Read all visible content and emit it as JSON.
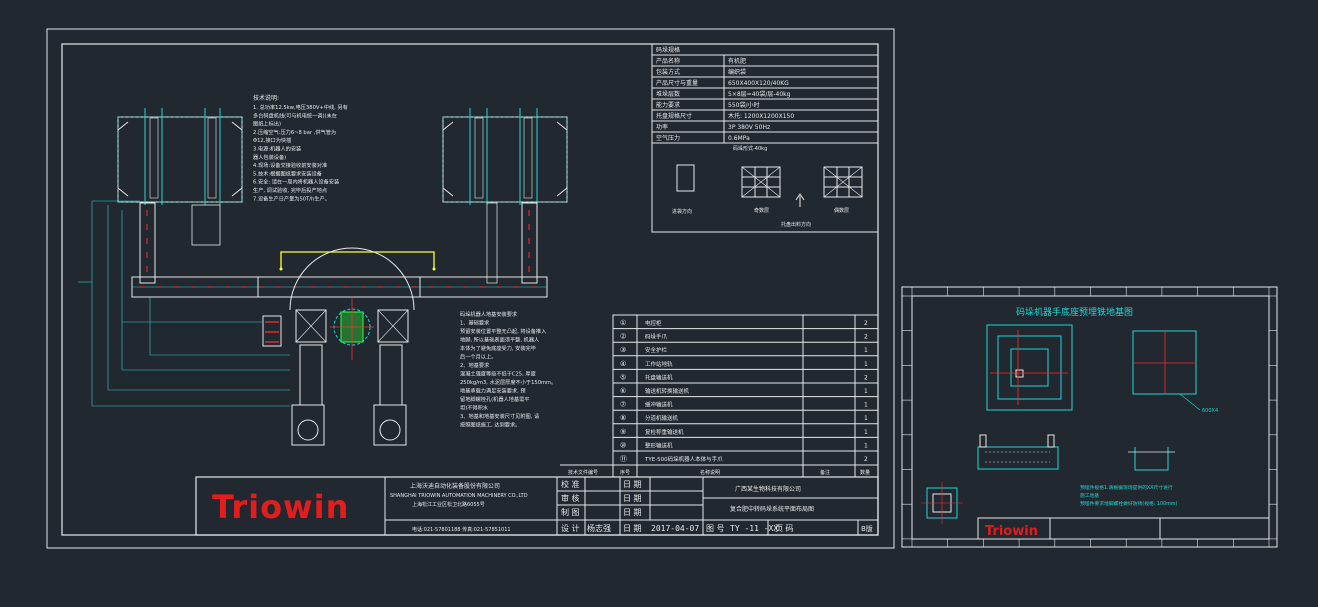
{
  "colors": {
    "background": "#212830",
    "line": "#e8e8e8",
    "cyan": "#1fd6d6",
    "red": "#ff2a2a",
    "yellow": "#ffff33",
    "green": "#33ff33",
    "brand": "#e21d1d"
  },
  "main_sheet": {
    "notes_title": "技术说明:",
    "notes": [
      "1. 总功率12.5kw,电压380V+中线, 另有",
      "多台码盘机线(可与机电统一调)(未在",
      "图纸上标出)",
      "2.压缩空气:压力6~8 bar ,供气管为",
      "Φ12,接口为快插",
      "3.电源:机器人的安装",
      "器人包装设备)",
      "4.现场:设备交接验收前安装对准",
      "5.技术:根据图纸要求安装设备",
      "6.安全: 请在一周内将机器人设备安装",
      "生产, 调试验收, 完毕后投产地点",
      "7.设备生产日产量为50T/h生产。"
    ],
    "spec_table": {
      "header": "码垛规格",
      "rows": [
        [
          "产品名称",
          "有机肥"
        ],
        [
          "包装方式",
          "编织袋"
        ],
        [
          "产品尺寸与重量",
          "650X400X120/40KG"
        ],
        [
          "堆垛层数",
          "5×8层=40袋/层-40kg"
        ],
        [
          "能力要求",
          "550袋/小时"
        ],
        [
          "托盘规格尺寸",
          "木托: 1200X1200X150"
        ],
        [
          "功率",
          "3P 380V 50Hz"
        ],
        [
          "空气压力",
          "0.6MPa"
        ]
      ],
      "pallet_pattern_label": "码垛形式-40kg",
      "input_direction_label": "进袋方向",
      "odd_layer_label": "奇数层",
      "even_layer_label": "偶数层",
      "pallet_exit_label": "托盘出料方向"
    },
    "robot_notes": [
      "码垛机器人地基安装要求",
      "1、基础要求",
      "预留安装位置平整无凸起, 将设备推入",
      "地脚, 所以基础表面须平整, 机器人",
      "本体为了避免底座受力, 安装完毕",
      "后一个月以上。",
      "2、地基要求",
      "混凝土强度等级不低于C25, 厚度",
      "250kg/m3, 水泥层厚度不小于150mm。",
      "地基承载力满足安装要求, 预",
      "留地脚螺栓孔(机器人地基需平",
      "坦)不得积水",
      "3、地基和地基安装尺寸见附图, 请",
      "按照图纸施工, 达到要求。"
    ],
    "parts": [
      {
        "no": "①",
        "name": "电控柜",
        "qty": "2"
      },
      {
        "no": "②",
        "name": "码垛手爪",
        "qty": "2"
      },
      {
        "no": "③",
        "name": "安全护栏",
        "qty": "1"
      },
      {
        "no": "④",
        "name": "工作站地轨",
        "qty": "1"
      },
      {
        "no": "⑤",
        "name": "托盘输送机",
        "qty": "2"
      },
      {
        "no": "⑥",
        "name": "输送机转换输送机",
        "qty": "1"
      },
      {
        "no": "⑦",
        "name": "缓冲输送机",
        "qty": "1"
      },
      {
        "no": "⑧",
        "name": "分道机输送机",
        "qty": "1"
      },
      {
        "no": "⑨",
        "name": "复检称重输送机",
        "qty": "1"
      },
      {
        "no": "⑩",
        "name": "整形输送机",
        "qty": "1"
      },
      {
        "no": "⑪",
        "name": "TYE-500码垛机器人本体与手爪",
        "qty": "2"
      }
    ],
    "parts_header": {
      "code": "技术文件编号",
      "no": "序号",
      "name": "名称说明",
      "remark": "备注",
      "qty": "数量"
    },
    "title_block": {
      "brand": "Triowin",
      "company_cn": "上海沃迪自动化装备股份有限公司",
      "company_en": "SHANGHAI TRIOWIN AUTOMATION MACHINERY CO.,LTD",
      "address": "上海松江工业区松卫北路6055号",
      "phone": "电话:021-57801188 传真:021-57851011",
      "rows": [
        "校 准",
        "审 核",
        "制 图",
        "设 计"
      ],
      "designer": "杨志强",
      "date_label": "日 期",
      "date": "2017-04-07",
      "drawing_no_label": "图 号",
      "drawing_no": "TY -11 -XX",
      "page_label": "页 码",
      "client": "广西某生物科技有限公司",
      "drawing_title": "复合肥中转码垛系统平面布局图",
      "rev": "B版"
    }
  },
  "second_sheet": {
    "title": "码垛机器手底座预埋铁地基图",
    "notes": [
      "预埋件规格1.请根据现场提供的XX尺寸进行",
      "施工地基",
      "预埋件要求地脚螺栓做好防锈(规格: 100mm)"
    ],
    "dim_label": "600X4",
    "brand": "Triowin"
  }
}
